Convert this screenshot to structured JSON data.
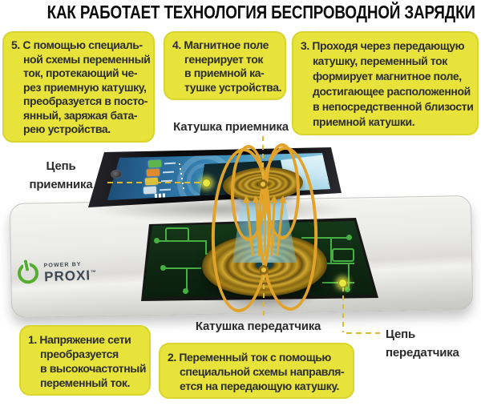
{
  "title": "КАК РАБОТАЕТ ТЕХНОЛОГИЯ БЕСПРОВОДНОЙ ЗАРЯДКИ",
  "steps": {
    "s1": {
      "lines": [
        "1. Напряжение сети",
        "преобразуется",
        "в высокочастотный",
        "переменный ток."
      ]
    },
    "s2": {
      "lines": [
        "2. Переменный ток с помощью",
        "специальной схемы направля-",
        "ется на передающую катушку."
      ]
    },
    "s3": {
      "lines": [
        "3. Проходя через передающую",
        "катушку, переменный ток",
        "формирует магнитное поле,",
        "достигающее расположенной",
        "в непосредственной близости",
        "приемной катушки."
      ]
    },
    "s4": {
      "lines": [
        "4. Магнитное поле",
        "генерирует ток",
        "в приемной ка-",
        "тушке устройства."
      ]
    },
    "s5": {
      "lines": [
        "5. С помощью специаль-",
        "ной схемы переменный",
        "ток, протекающий че-",
        "рез приемную катушку,",
        "преобразуется в посто-",
        "янный, заряжая бата-",
        "рею устройства."
      ]
    }
  },
  "labels": {
    "receiver_coil": "Катушка приемника",
    "receiver_circuit": [
      "Цепь",
      "приемника"
    ],
    "transmitter_coil": "Катушка передатчика",
    "transmitter_circuit": [
      "Цепь",
      "передатчика"
    ]
  },
  "logo": {
    "power_by": "POWER BY",
    "brand": "PROXI",
    "tm": "™"
  },
  "colors": {
    "callout_yellow": "#e7e33b",
    "callout_border": "#d8d52f",
    "text_dark": "#2d2d2d",
    "connector_gold": "#d8b93a",
    "coil_gold": "#c79a1e",
    "field_line_gold": "#e2a32a",
    "beam_blue": "#6ec3e4",
    "pcb_green": "#0e2711",
    "trace_green": "#46b043",
    "logo_green": "#55ad2f",
    "logo_text": "#3d4750"
  }
}
